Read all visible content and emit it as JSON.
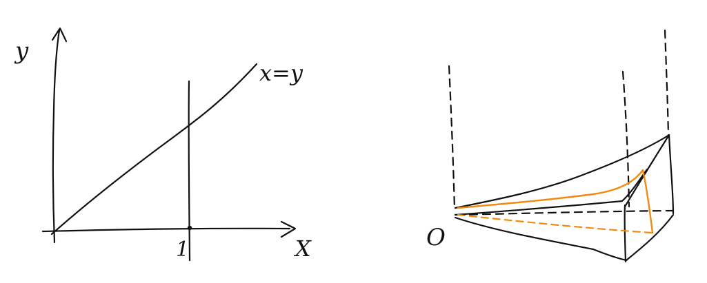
{
  "colors": {
    "ink": "#111111",
    "accent": "#f08a10",
    "background": "#ffffff"
  },
  "left_diagram": {
    "y_axis_label": "y",
    "x_axis_label": "X",
    "curve_label": "x=y",
    "tick_label": "1"
  },
  "right_diagram": {
    "origin_label": "O"
  }
}
